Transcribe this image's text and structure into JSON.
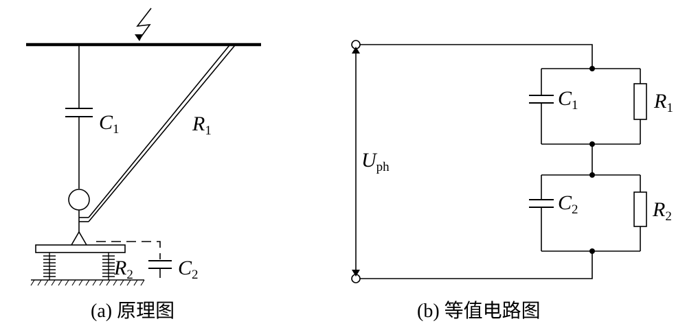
{
  "left": {
    "c1": {
      "main": "C",
      "sub": "1"
    },
    "r1": {
      "main": "R",
      "sub": "1"
    },
    "r2": {
      "main": "R",
      "sub": "2"
    },
    "c2": {
      "main": "C",
      "sub": "2"
    },
    "caption": "(a) 原理图"
  },
  "right": {
    "u": {
      "main": "U",
      "sub": "ph"
    },
    "c1": {
      "main": "C",
      "sub": "1"
    },
    "r1": {
      "main": "R",
      "sub": "1"
    },
    "c2": {
      "main": "C",
      "sub": "2"
    },
    "r2": {
      "main": "R",
      "sub": "2"
    },
    "caption": "(b) 等值电路图"
  }
}
